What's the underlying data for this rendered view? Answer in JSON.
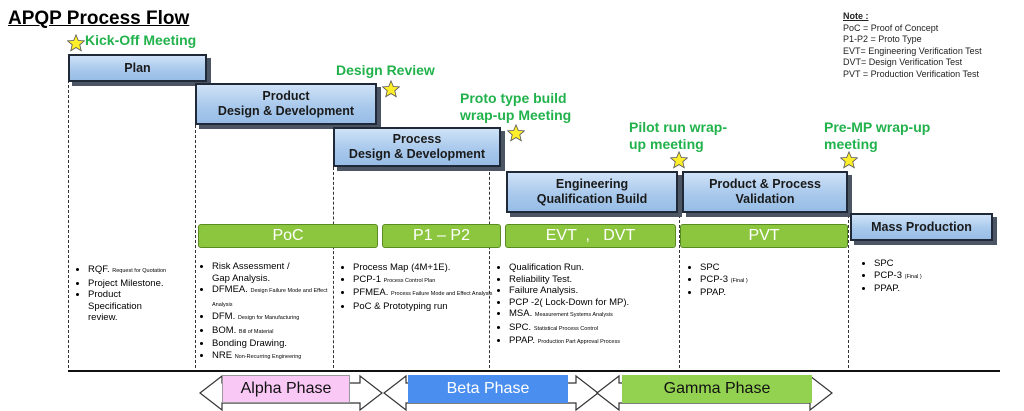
{
  "title": "APQP Process Flow",
  "note": {
    "title": "Note :",
    "lines": [
      "PoC = Proof of Concept",
      "P1-P2 = Proto Type",
      "EVT= Engineering Verification Test",
      "DVT= Design Verification Test",
      "PVT = Production Verification Test"
    ]
  },
  "phases": {
    "plan": "Plan",
    "pdd": "Product\nDesign & Development",
    "prdd": "Process\nDesign & Development",
    "eqb": "Engineering\nQualification Build",
    "ppv": "Product & Process\nValidation",
    "mp": "Mass Production"
  },
  "milestones": {
    "kickoff": "Kick-Off Meeting",
    "design_review": "Design Review",
    "proto": "Proto type build\nwrap-up Meeting",
    "pilot": "Pilot run wrap-\nup meeting",
    "premp": "Pre-MP wrap-up\nmeeting"
  },
  "stages": {
    "poc": "PoC",
    "p1p2": "P1 – P2",
    "evtdvt": "EVT  ,   DVT",
    "pvt": "PVT"
  },
  "activities": {
    "plan": [
      {
        "main": "RQF.",
        "sub": "Request for Quotation"
      },
      {
        "main": "Project Milestone.",
        "sub": ""
      },
      {
        "main": "Product Specification review.",
        "sub": ""
      }
    ],
    "poc": [
      {
        "main": "Risk Assessment / Gap Analysis.",
        "sub": ""
      },
      {
        "main": "DFMEA.",
        "sub": "Design Failure Mode and Effect Analysis"
      },
      {
        "main": "DFM.",
        "sub": "Design for Manufacturing"
      },
      {
        "main": "BOM.",
        "sub": "Bill of Material"
      },
      {
        "main": "Bonding Drawing.",
        "sub": ""
      },
      {
        "main": "NRE",
        "sub": "Non-Recurring Engineering"
      }
    ],
    "p1p2": [
      {
        "main": "Process Map (4M+1E).",
        "sub": ""
      },
      {
        "main": "PCP-1",
        "sub": "Process Control Plan"
      },
      {
        "main": "PFMEA.",
        "sub": "Process Failure Mode and Effect Analysis"
      },
      {
        "main": "PoC & Prototyping run",
        "sub": ""
      }
    ],
    "evt": [
      {
        "main": "Qualification Run.",
        "sub": ""
      },
      {
        "main": "Reliability Test.",
        "sub": ""
      },
      {
        "main": "Failure Analysis.",
        "sub": ""
      },
      {
        "main": "PCP -2( Lock-Down for MP).",
        "sub": ""
      },
      {
        "main": "MSA.",
        "sub": "Measurement Systems Analysis"
      },
      {
        "main": "SPC.",
        "sub": "Statistical Process Control"
      },
      {
        "main": "PPAP.",
        "sub": "Production Part Approval Process"
      }
    ],
    "pvt": [
      {
        "main": "SPC",
        "sub": ""
      },
      {
        "main": "PCP-3",
        "sub": "(Final )"
      },
      {
        "main": "PPAP.",
        "sub": ""
      }
    ],
    "mp": [
      {
        "main": "SPC",
        "sub": ""
      },
      {
        "main": "PCP-3",
        "sub": "(Final )"
      },
      {
        "main": "PPAP.",
        "sub": ""
      }
    ]
  },
  "bottom_phases": {
    "alpha": "Alpha Phase",
    "beta": "Beta Phase",
    "gamma": "Gamma Phase"
  },
  "colors": {
    "milestone_text": "#22b24c",
    "stage_fill": "#8cc63f",
    "alpha_fill": "#f9c8f5",
    "beta_fill": "#4a8ff0",
    "gamma_fill": "#93d150"
  }
}
